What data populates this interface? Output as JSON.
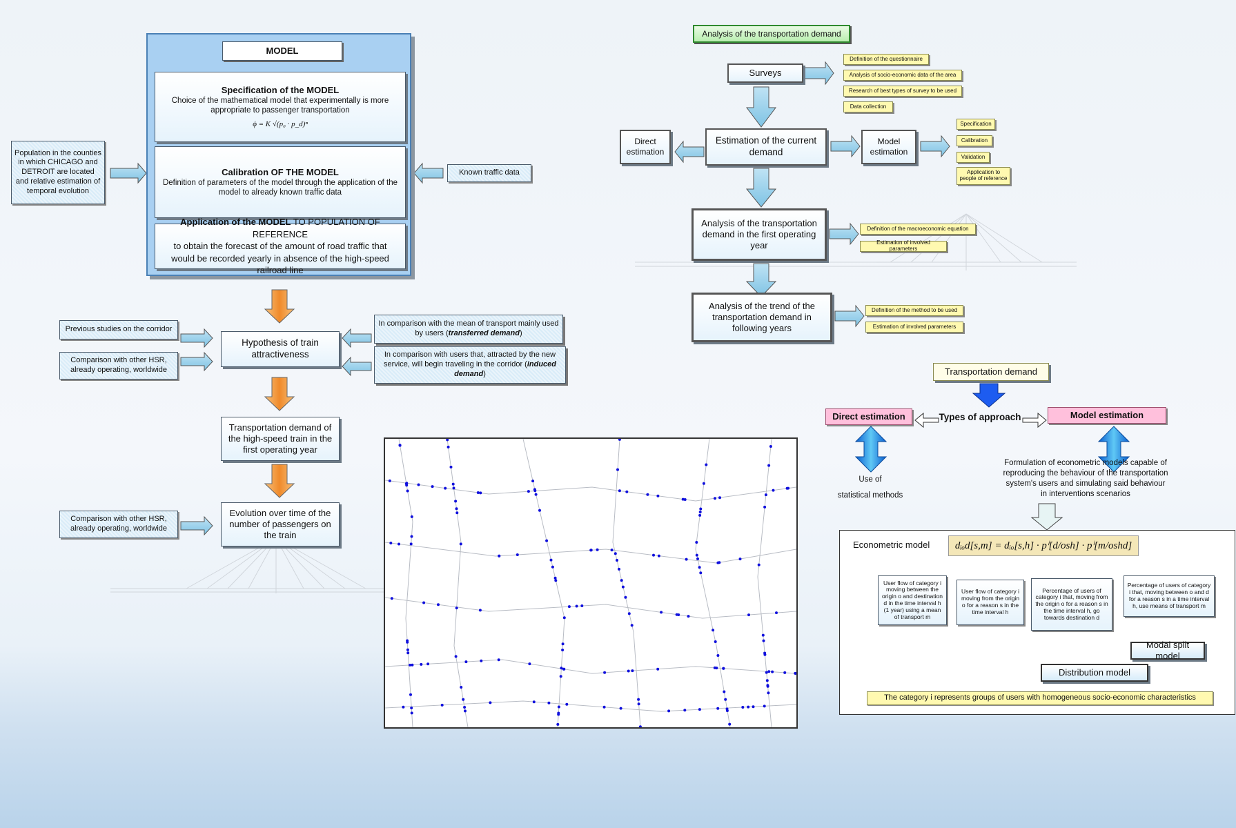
{
  "model": {
    "title": "MODEL",
    "spec_title": "Specification of the MODEL",
    "spec_text": "Choice of the mathematical model that experimentally is more appropriate to passenger transportation",
    "spec_formula": "ϕ = K √(p₀ · p_d)ⁿ",
    "calib_title": "Calibration OF THE MODEL",
    "calib_text": "Definition of parameters of the model through the application of the model to already known traffic data",
    "app_title_b1": "Application of the MODEL",
    "app_title_rest": " TO POPULATION OF REFERENCE",
    "app_text": "to obtain the forecast of the amount of road traffic that would be recorded yearly in absence of the high-speed railroad line"
  },
  "population_box": "Population in the counties in which CHICAGO and DETROIT are located and relative estimation of temporal evolution",
  "known_traffic": "Known traffic data",
  "previous_studies": "Previous studies on the corridor",
  "comparison_hsr": "Comparison with other HSR, already operating, worldwide",
  "comparison_hsr_2": "Comparison with other HSR, already operating, worldwide",
  "hypothesis": "Hypothesis of train attractiveness",
  "transferred": {
    "pre": "In comparison with the mean of transport mainly used by users (",
    "em": "transferred demand",
    "post": ")"
  },
  "induced": {
    "pre": "In comparison with users that, attracted by the new service, will begin traveling in the corridor (",
    "em": "induced demand",
    "post": ")"
  },
  "transport_first_year": "Transportation demand of the high-speed train in the first operating year",
  "evolution": "Evolution over time of the number of passengers on the train",
  "analysis_title": "Analysis of the transportation demand",
  "surveys": "Surveys",
  "survey_items": [
    "Definition of the questionnaire",
    "Analysis of socio-economic data of the area",
    "Research of best types of survey to be used",
    "Data collection"
  ],
  "direct_estimation_box": "Direct estimation",
  "current_demand": "Estimation of the current demand",
  "model_estimation_box": "Model estimation",
  "model_items": [
    "Specification",
    "Calibration",
    "Validation",
    "Application to people of reference"
  ],
  "first_year_analysis": "Analysis of the transportation demand in the first operating year",
  "first_year_items": [
    "Definition of the macroeconomic equation",
    "Estimation of involved parameters"
  ],
  "trend_analysis": "Analysis of the trend of the transportation demand in following years",
  "trend_items": [
    "Definition of the method to be used",
    "Estimation of involved parameters"
  ],
  "approach": {
    "transportation_demand": "Transportation demand",
    "types": "Types of approach",
    "direct": "Direct estimation",
    "model": "Model estimation",
    "use_of_1": "Use of",
    "use_of_2": "statistical methods",
    "formulation": "Formulation of econometric models capable of reproducing the behaviour of the transportation system's users and simulating said behaviour in interventions scenarios"
  },
  "econometric": {
    "label": "Econometric model",
    "formula": "dᵢₒd[s,m] = dᵢₒ[s,h] · pⁱ[d/osh] · pⁱ[m/oshd]",
    "desc": [
      "User flow of category i moving between the origin o and destination d in the time interval h (1 year) using a mean of transport m",
      "User flow of category i moving from the origin o for a reason s in the time interval h",
      "Percentage of users of category i that, moving from the origin o for a reason s in the time interval h, go towards destination d",
      "Percentage of users of category i that, moving between o and d for a reason s in a time interval h, use means of transport m"
    ],
    "modal_split": "Modal split model",
    "distribution": "Distribution model",
    "category_note": "The category i represents groups of users with homogeneous socio-economic characteristics"
  },
  "colors": {
    "model_panel": "#a9d0f2",
    "green_border": "#2f8a2f",
    "yellow_fill": "#fff9b0",
    "pink_fill": "#ffc0dc",
    "node_blue": "#1010dd",
    "orange_arrow": "#f4a040"
  }
}
